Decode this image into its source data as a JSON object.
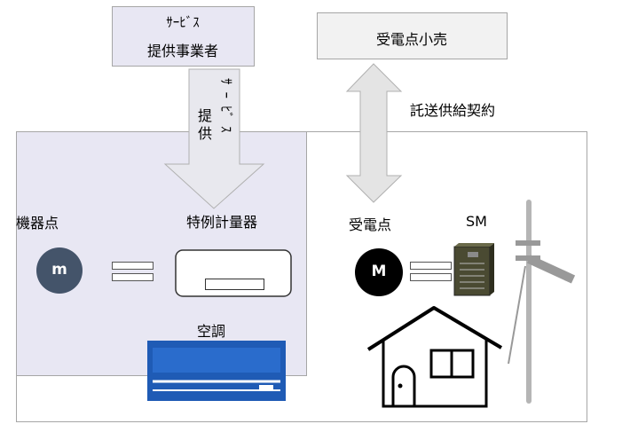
{
  "provider_box": {
    "line1": "ｻｰﾋﾞｽ",
    "line2": "提供事業者"
  },
  "retail_box": {
    "label": "受電点小売"
  },
  "service_arrow": {
    "label_a": "提供",
    "label_b": "ｻｰﾋﾞｽ"
  },
  "contract_label": "託送供給契約",
  "device_point": {
    "label": "機器点",
    "meter_symbol": "m"
  },
  "special_meter": {
    "label": "特例計量器"
  },
  "aircon": {
    "label": "空調"
  },
  "receiving_point": {
    "label": "受電点",
    "meter_symbol": "M"
  },
  "smart_meter": {
    "label": "SM"
  },
  "colors": {
    "lavender": "#e8e7f3",
    "meter_m": "#44546a",
    "aircon_blue": "#1f5bb5",
    "sm_olive": "#4a4a32"
  }
}
